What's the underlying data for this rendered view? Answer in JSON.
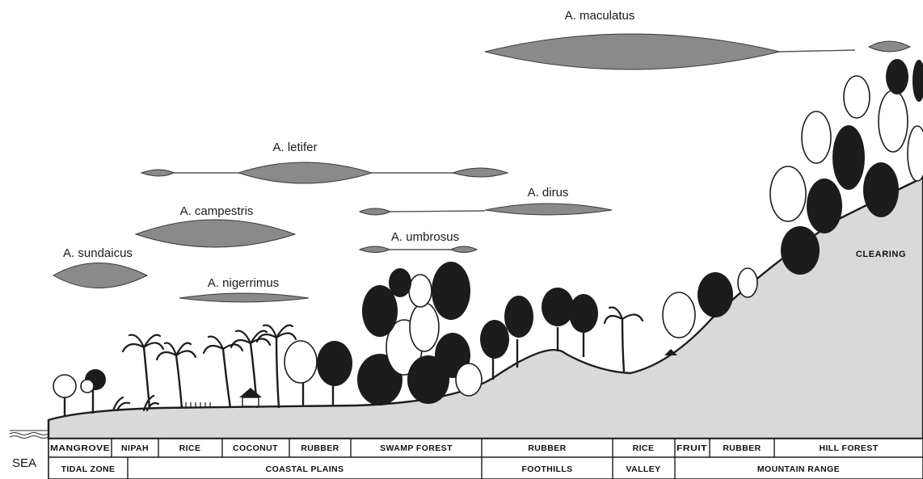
{
  "species": {
    "maculatus": "A. maculatus",
    "letifer": "A. letifer",
    "dirus": "A. dirus",
    "campestris": "A. campestris",
    "umbrosus": "A. umbrosus",
    "sundaicus": "A. sundaicus",
    "nigerrimus": "A. nigerrimus"
  },
  "landscape": {
    "clearing": "CLEARING",
    "sea": "SEA"
  },
  "vegetation": {
    "mangrove": "MANGROVE",
    "nipah": "NIPAH",
    "rice1": "RICE",
    "coconut": "COCONUT",
    "rubber1": "RUBBER",
    "swamp_forest": "SWAMP FOREST",
    "rubber2": "RUBBER",
    "rice2": "RICE",
    "fruit": "FRUIT",
    "rubber3": "RUBBER",
    "hill_forest": "HILL FOREST"
  },
  "zones": {
    "tidal_zone": "TIDAL ZONE",
    "coastal_plains": "COASTAL PLAINS",
    "foothills": "FOOTHILLS",
    "valley": "VALLEY",
    "mountain_range": "MOUNTAIN RANGE"
  },
  "colors": {
    "distribution_fill": "#8a8a8a",
    "terrain_fill": "#d9d9d9",
    "vegetation": "#1c1c1c"
  }
}
